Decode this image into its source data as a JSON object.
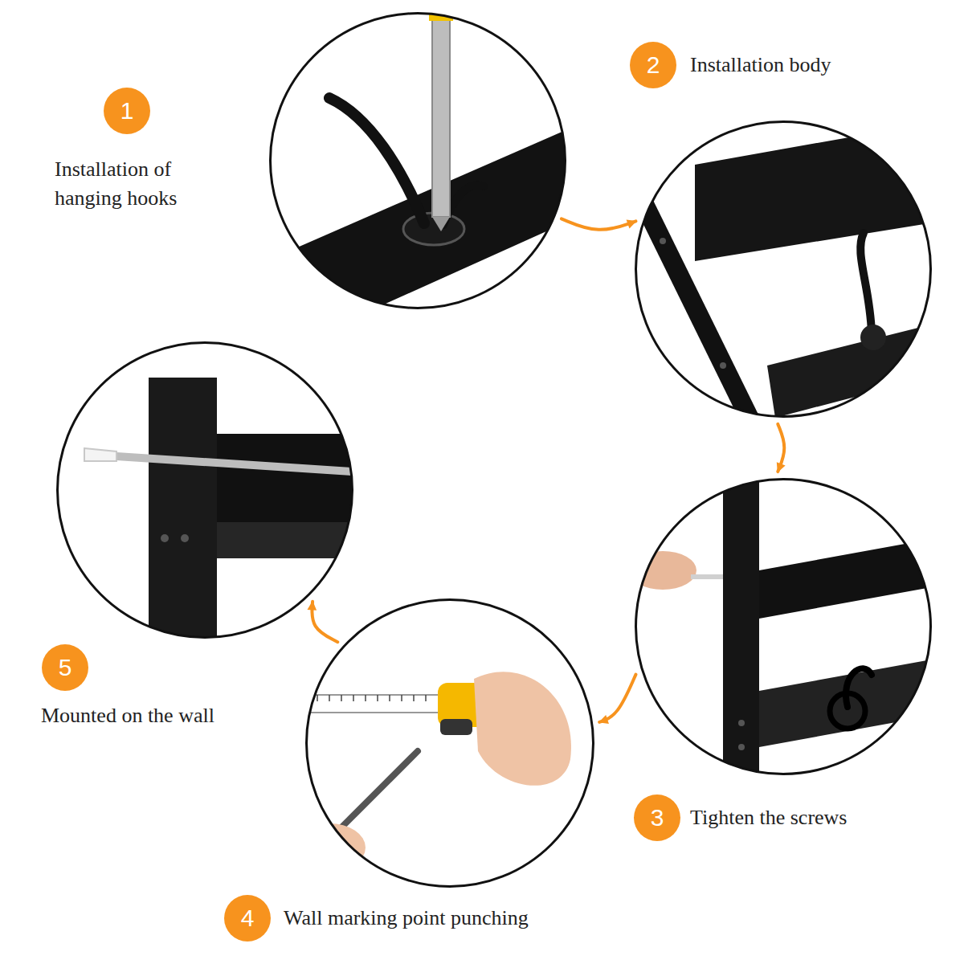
{
  "diagram": {
    "nodes": [
      {
        "text": [
          "1",
          "Installation of hanging hooks"
        ]
      },
      {
        "text": [
          "2",
          "Installation body"
        ]
      },
      {
        "text": [
          "3",
          "Tighten the screws"
        ]
      },
      {
        "text": [
          "4",
          "Wall marking point punching"
        ]
      },
      {
        "text": [
          "5",
          "Mounted on the wall"
        ]
      }
    ],
    "edges": [
      {
        "from": 0,
        "to": 1,
        "arrow": "to"
      },
      {
        "from": 1,
        "to": 2,
        "arrow": "to"
      },
      {
        "from": 2,
        "to": 3,
        "arrow": "to"
      },
      {
        "from": 3,
        "to": 4,
        "arrow": "to"
      }
    ]
  }
}
